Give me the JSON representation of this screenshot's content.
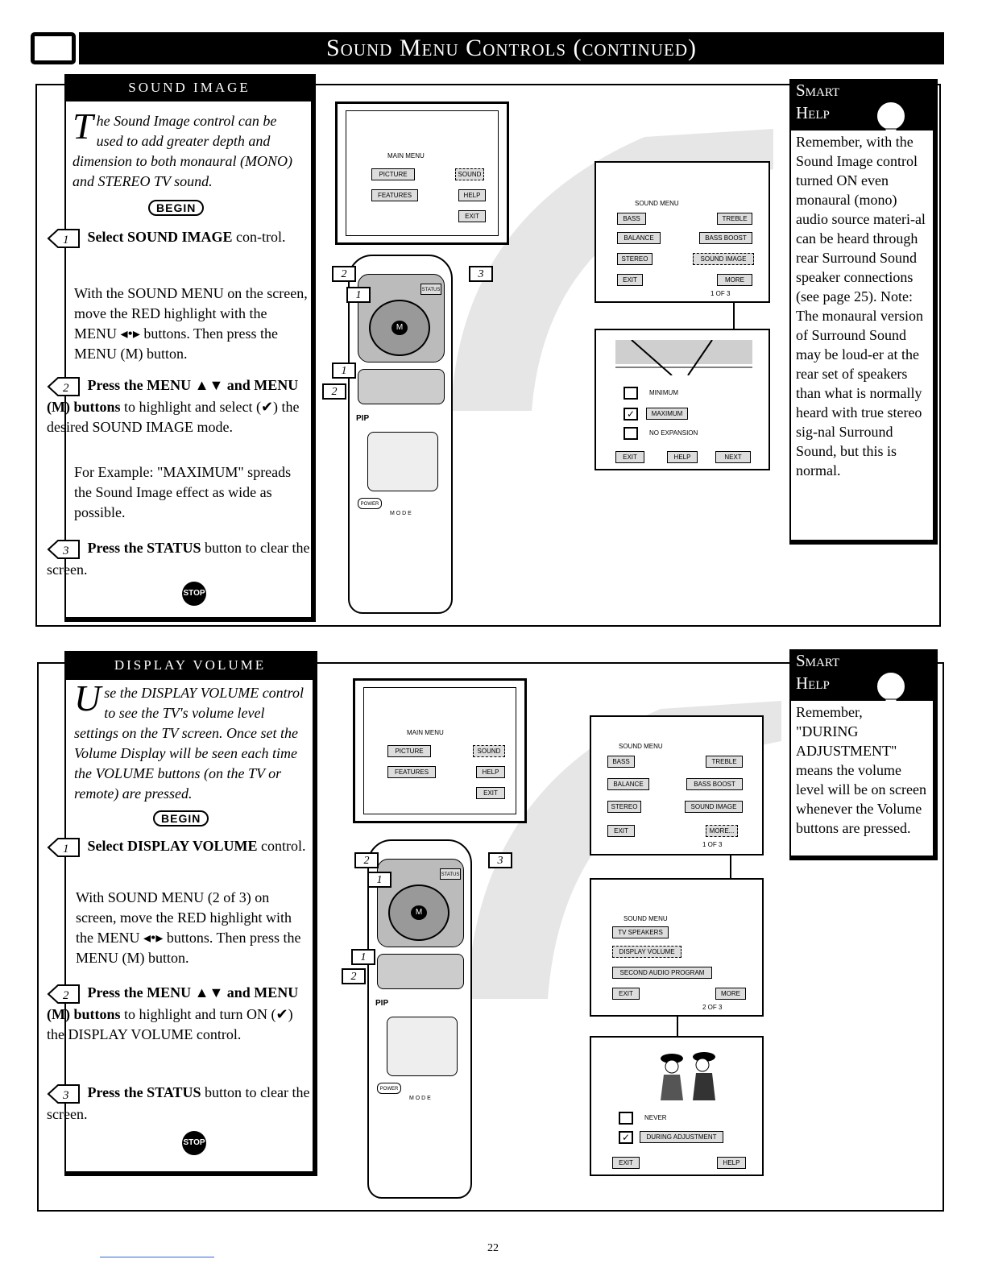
{
  "header": {
    "title": "Sound Menu Controls (continued)"
  },
  "section1": {
    "title": "SOUND IMAGE",
    "intro_dropcap": "T",
    "intro_rest": "he Sound Image control can be used to add greater depth and dimension to both monaural (MONO) and STEREO TV sound.",
    "begin_label": "BEGIN",
    "step1_num": "1",
    "step1_bold": "Select SOUND IMAGE",
    "step1_rest": " con-trol.",
    "step1_detail": "With the SOUND MENU on the screen, move the RED highlight with the MENU ◂•▸ buttons. Then press the MENU (M) button.",
    "step2_num": "2",
    "step2_bold": "Press the MENU ▲▼ and MENU (M) buttons",
    "step2_rest": " to highlight and select (✔) the desired SOUND IMAGE mode.",
    "step2_detail": "For Example: \"MAXIMUM\" spreads the Sound Image effect as wide as possible.",
    "step3_num": "3",
    "step3_bold": "Press the STATUS",
    "step3_rest": " button to clear the screen.",
    "stop_label": "STOP",
    "smart_help_title": "Smart Help",
    "smart_help_text": "Remember, with the Sound Image control turned ON even monaural (mono) audio source materi-al can be heard through rear Surround Sound speaker connections (see page 25). Note: The monaural version of Surround Sound may be loud-er at the rear set of speakers than what is normally heard with true stereo sig-nal Surround Sound, but this is normal.",
    "screen_main": {
      "title": "MAIN MENU",
      "picture": "PICTURE",
      "sound": "SOUND",
      "features": "FEATURES",
      "help": "HELP",
      "exit": "EXIT"
    },
    "screen_sound": {
      "title": "SOUND MENU",
      "bass": "BASS",
      "treble": "TREBLE",
      "balance": "BALANCE",
      "bass_boost": "BASS BOOST",
      "stereo": "STEREO",
      "sound_image": "SOUND IMAGE",
      "exit": "EXIT",
      "more": "MORE",
      "page": "1 OF 3"
    },
    "screen_image": {
      "minimum": "MINIMUM",
      "maximum": "MAXIMUM",
      "no_expansion": "NO EXPANSION",
      "exit": "EXIT",
      "help": "HELP",
      "next": "NEXT"
    }
  },
  "section2": {
    "title": "DISPLAY VOLUME",
    "intro_dropcap": "U",
    "intro_rest": "se the DISPLAY VOLUME control to see the TV's volume level settings on the TV screen. Once set the Volume Display will be seen each time the VOLUME buttons (on the TV or remote) are pressed.",
    "begin_label": "BEGIN",
    "step1_num": "1",
    "step1_bold": "Select DISPLAY VOLUME",
    "step1_rest": " control.",
    "step1_detail": "With SOUND MENU (2 of 3) on screen, move the RED highlight with the MENU ◂•▸ buttons. Then press the MENU (M) button.",
    "step2_num": "2",
    "step2_bold": "Press the MENU ▲▼ and MENU (M) buttons",
    "step2_rest": " to highlight and turn ON (✔) the DISPLAY VOLUME control.",
    "step3_num": "3",
    "step3_bold": "Press the STATUS",
    "step3_rest": " button to clear the screen.",
    "stop_label": "STOP",
    "smart_help_title": "Smart Help",
    "smart_help_text": "Remember, \"DURING ADJUSTMENT\" means the volume level will be on screen whenever the Volume buttons are pressed.",
    "screen_main": {
      "title": "MAIN MENU",
      "picture": "PICTURE",
      "sound": "SOUND",
      "features": "FEATURES",
      "help": "HELP",
      "exit": "EXIT"
    },
    "screen_sound": {
      "title": "SOUND MENU",
      "bass": "BASS",
      "treble": "TREBLE",
      "balance": "BALANCE",
      "bass_boost": "BASS BOOST",
      "stereo": "STEREO",
      "sound_image": "SOUND IMAGE",
      "exit": "EXIT",
      "more": "MORE...",
      "page": "1 OF 3"
    },
    "screen_sound2": {
      "title": "SOUND MENU",
      "tv_speakers": "TV SPEAKERS",
      "display_volume": "DISPLAY VOLUME",
      "sap": "SECOND AUDIO PROGRAM",
      "exit": "EXIT",
      "more": "MORE",
      "page": "2 OF 3"
    },
    "screen_volume": {
      "never": "NEVER",
      "during": "DURING ADJUSTMENT",
      "exit": "EXIT",
      "help": "HELP"
    }
  },
  "remote": {
    "status": "STATUS",
    "mode": "M O D E",
    "power": "POWER",
    "pip": "PIP"
  },
  "footer": {
    "page_number": "22"
  }
}
